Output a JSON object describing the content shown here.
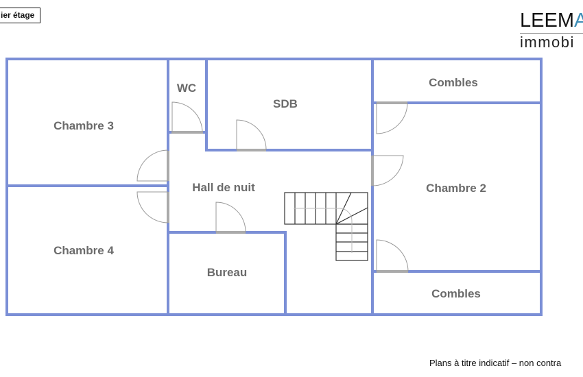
{
  "floor_label": "ier étage",
  "logo": {
    "top": "LEEM",
    "top_accent": "A",
    "bottom": "immobi"
  },
  "rooms": {
    "wc": "WC",
    "sdb": "SDB",
    "combles_top": "Combles",
    "chambre3": "Chambre 3",
    "hall": "Hall de nuit",
    "chambre2": "Chambre 2",
    "chambre4": "Chambre 4",
    "bureau": "Bureau",
    "combles_bottom": "Combles"
  },
  "footer": "Plans à titre indicatif – non contra",
  "colors": {
    "wall": "#7b8fd6",
    "label": "#6b6b6b"
  }
}
